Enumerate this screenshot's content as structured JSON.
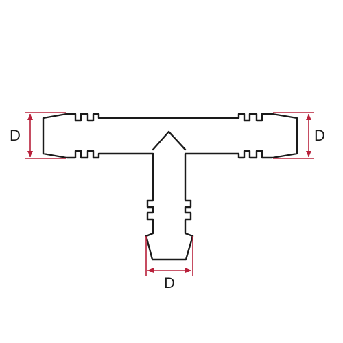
{
  "colors": {
    "outline": "#1a1a1a",
    "dimension": "#b8203a",
    "background": "#ffffff"
  },
  "dimensions": {
    "left_label": "D",
    "right_label": "D",
    "bottom_label": "D"
  }
}
